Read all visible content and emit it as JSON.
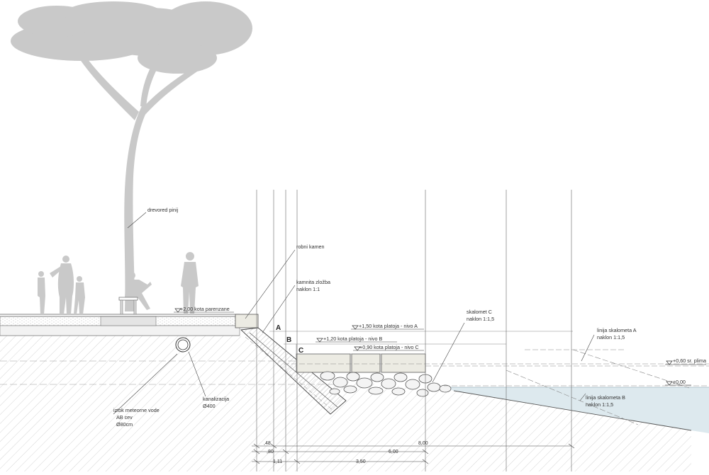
{
  "labels": {
    "tree": "drevored pinij",
    "curb": "robni kamen",
    "stone_wall": "kamnita zložba",
    "stone_wall_slope": "naklon 1:1",
    "riprap_c": "skalomet C",
    "riprap_c_slope": "naklon 1:1,5",
    "line_a": "linija skalometa A",
    "line_a_slope": "naklon 1:1,5",
    "line_b": "linija skalometa B",
    "line_b_slope": "naklon 1:1,5",
    "sewer": "kanalizacija",
    "sewer_dia": "Ø400",
    "outlet_1": "iztok meteorne vode",
    "outlet_2": "AB cev",
    "outlet_3": "Ø80cm"
  },
  "levels": {
    "park": "+2,00 kota parenzane",
    "plat_a": "+1,50 kota platoja  - nivo A",
    "plat_b": "+1,20 kota platoja  - nivo B",
    "plat_c": "+0,90 kota platoja  - nivo C",
    "tide": "+0,60 sr. plima",
    "zero": "±0,00"
  },
  "markers": {
    "a": "A",
    "b": "B",
    "c": "C"
  },
  "dimensions": {
    "d1": ",48",
    "d2": "8,00",
    "d3": ",80",
    "d4": "6,00",
    "d5": "1,11",
    "d6": "3,50"
  }
}
